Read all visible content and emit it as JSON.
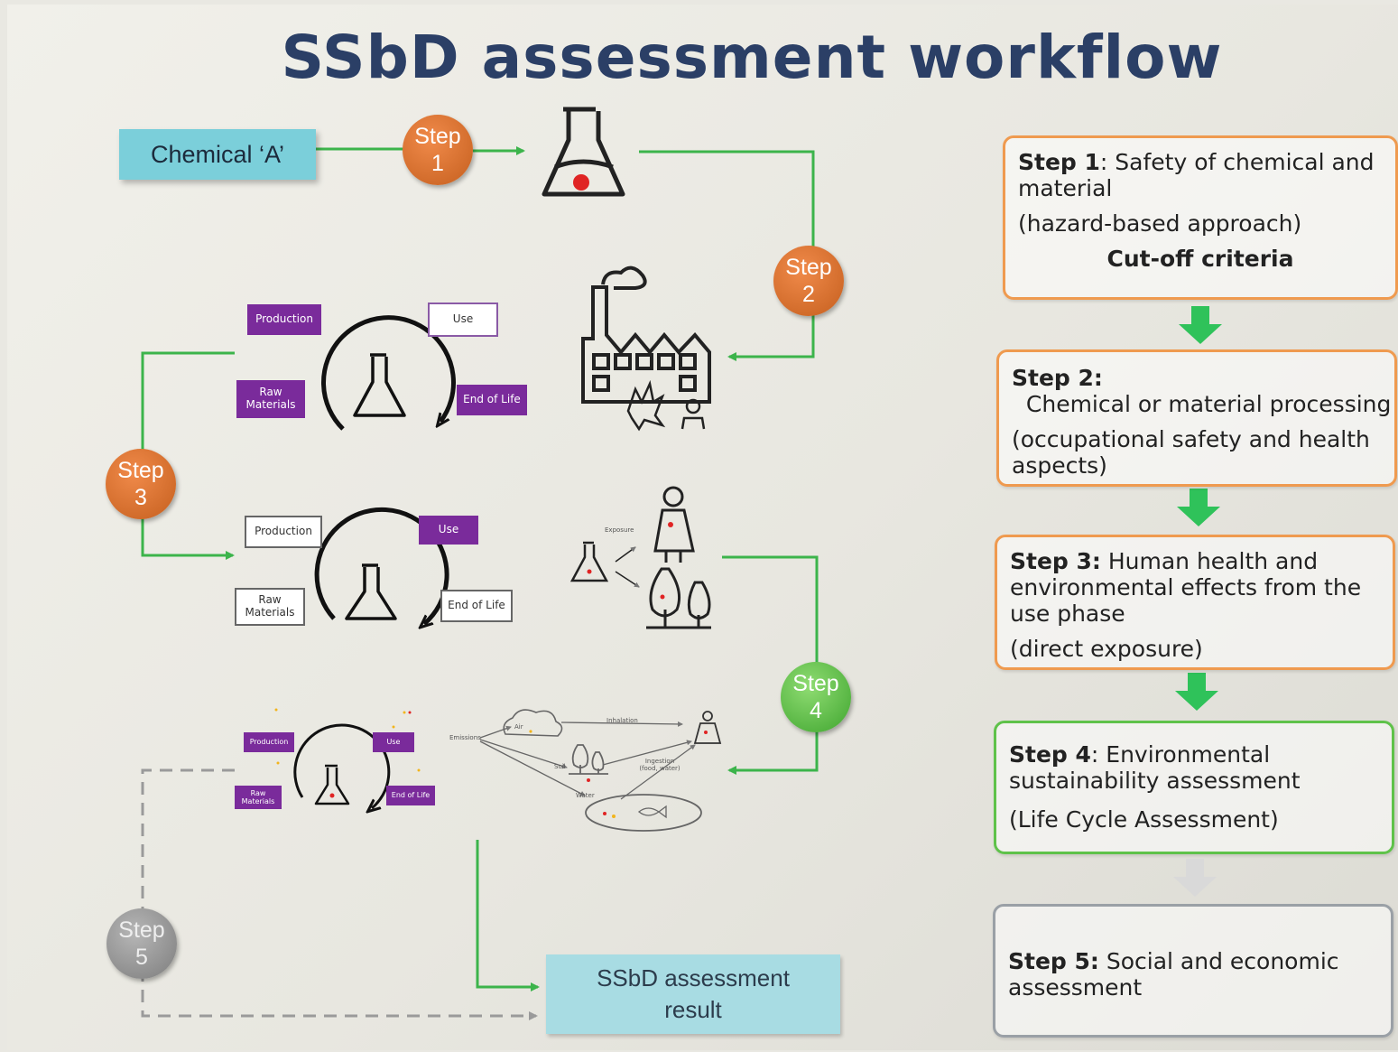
{
  "title": "SSbD assessment workflow",
  "chemical_label": "Chemical ‘A’",
  "badges": {
    "step1": {
      "word": "Step",
      "num": "1"
    },
    "step2": {
      "word": "Step",
      "num": "2"
    },
    "step3": {
      "word": "Step",
      "num": "3"
    },
    "step4": {
      "word": "Step",
      "num": "4"
    },
    "step5": {
      "word": "Step",
      "num": "5"
    }
  },
  "lifecycle": {
    "production": "Production",
    "use": "Use",
    "raw_materials": "Raw Materials",
    "end_of_life": "End of Life"
  },
  "exposure_label": "Exposure",
  "env_labels": {
    "emissions": "Emissions",
    "air": "Air",
    "inhalation": "Inhalation",
    "soil": "Soil",
    "water": "Water",
    "ingestion": "Ingestion (food, water)"
  },
  "result_box": {
    "line1": "SSbD assessment",
    "line2": "result"
  },
  "steps": [
    {
      "head": "Step 1",
      "sep": ":",
      "text": " Safety of chemical and material",
      "sub": "(hazard-based approach)",
      "extra": "Cut-off criteria"
    },
    {
      "head": "Step 2:",
      "text": "  Chemical or material processing safety",
      "sub": "(occupational safety and health aspects)"
    },
    {
      "head": "Step 3:",
      "text": " Human health and environmental effects from the use phase",
      "sub": "(direct exposure)"
    },
    {
      "head": "Step 4",
      "sep": ":",
      "text": " Environmental sustainability assessment",
      "sub": "(Life Cycle Assessment)"
    },
    {
      "head": "Step 5:",
      "text": " Social and economic assessment"
    }
  ],
  "colors": {
    "title": "#2b3f66",
    "chemical_box": "#7bcfda",
    "result_box": "#a8dce3",
    "orange": "#ef9a4f",
    "green": "#3cb44b",
    "grey": "#9aa0a6",
    "purple": "#7a2b9b"
  }
}
